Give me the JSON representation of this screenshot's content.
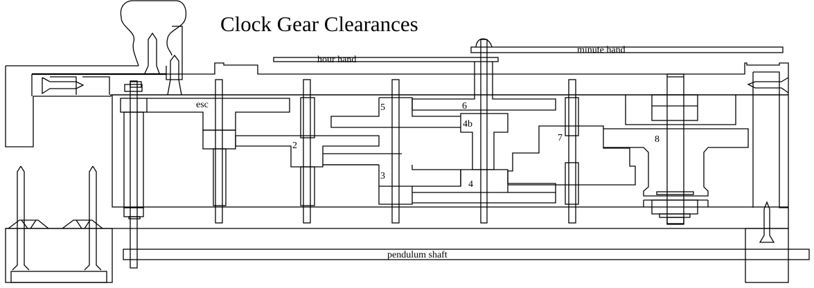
{
  "title": "Clock Gear Clearances",
  "labels": {
    "hour_hand": "hour hand",
    "minute_hand": "minute hand",
    "pendulum_shaft": "pendulum shaft",
    "esc": "esc",
    "gear_2": "2",
    "gear_3": "3",
    "gear_4": "4",
    "gear_4b": "4b",
    "gear_5": "5",
    "gear_6": "6",
    "gear_7": "7",
    "gear_8": "8"
  },
  "colors": {
    "line": "#000000",
    "background": "#ffffff"
  }
}
